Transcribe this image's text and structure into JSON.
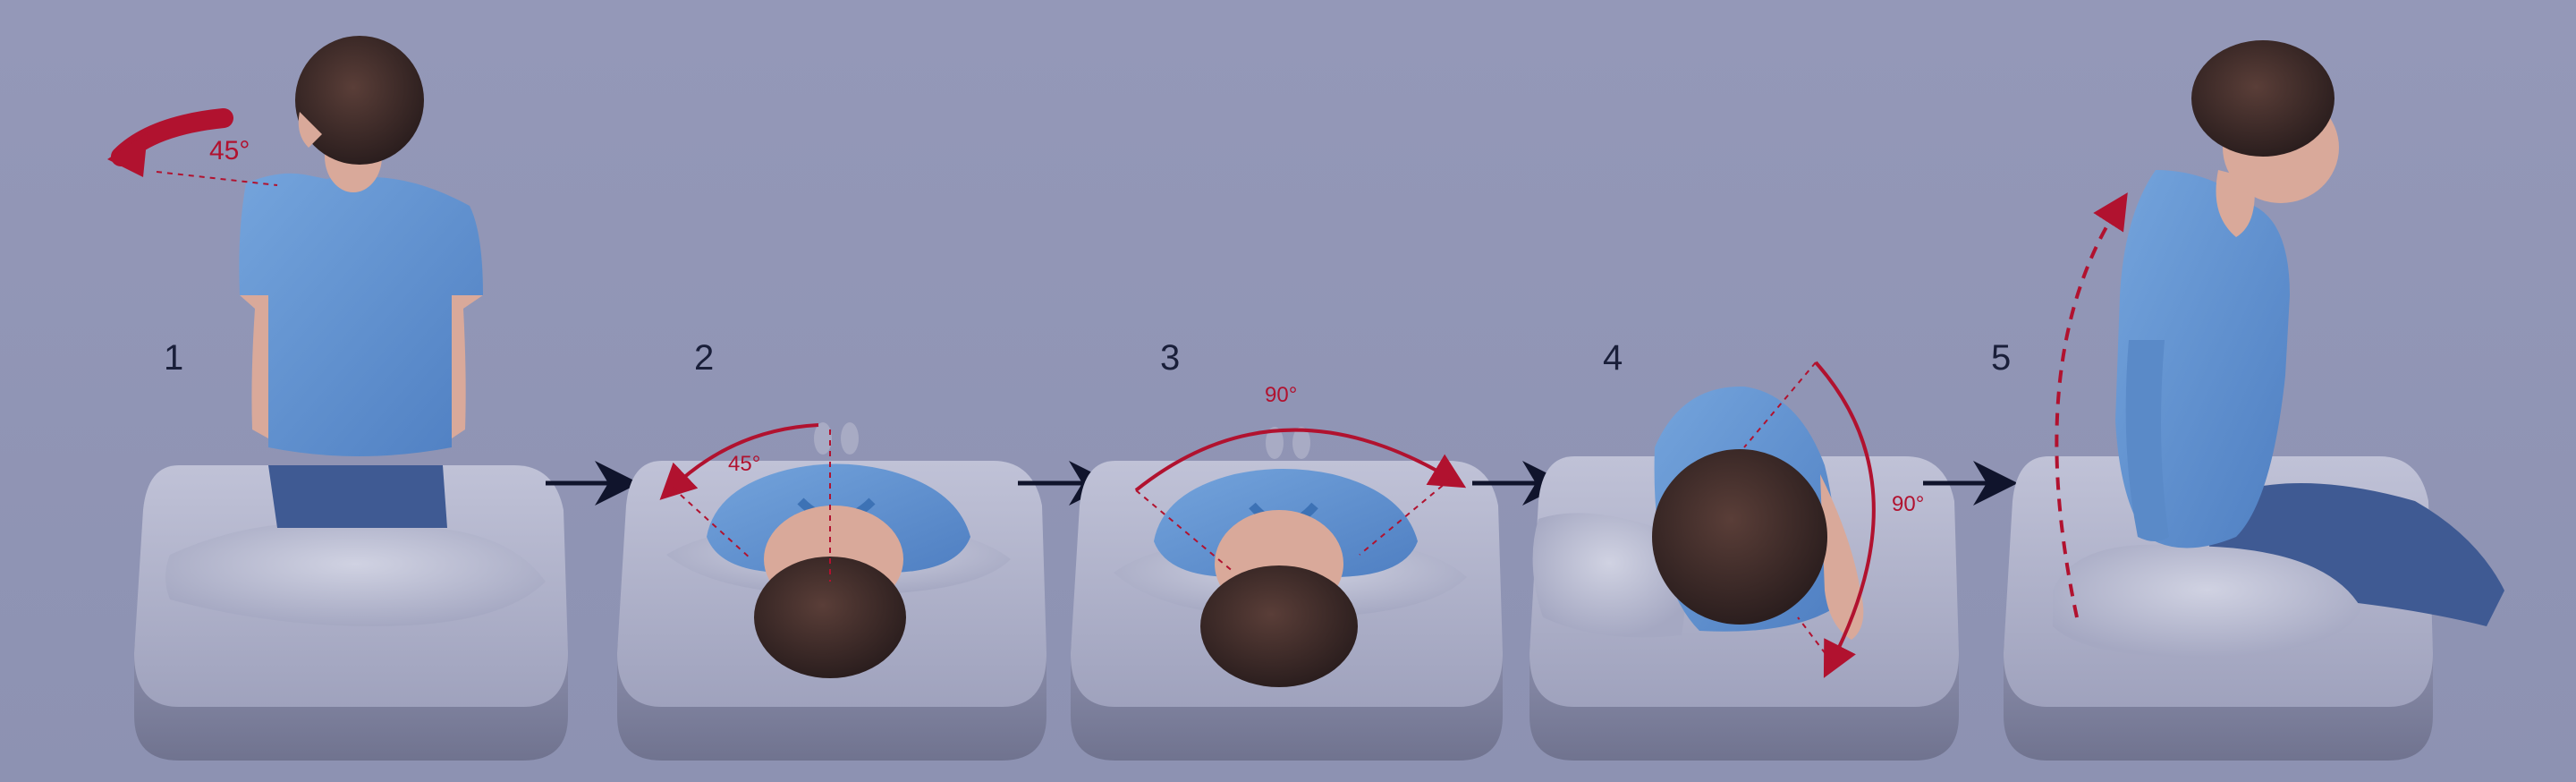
{
  "steps": [
    {
      "number": "1",
      "angle": "45°"
    },
    {
      "number": "2",
      "angle": "45°"
    },
    {
      "number": "3",
      "angle": "90°"
    },
    {
      "number": "4",
      "angle": "90°"
    },
    {
      "number": "5"
    }
  ],
  "colors": {
    "background": "#9095b5",
    "accent_red": "#b1122f",
    "mattress": "#b6b9d0",
    "shirt": "#5d8fd0",
    "hair": "#3a2a28",
    "skin": "#d9a99a",
    "jeans": "#3f5a93",
    "arrow": "#10142c"
  }
}
